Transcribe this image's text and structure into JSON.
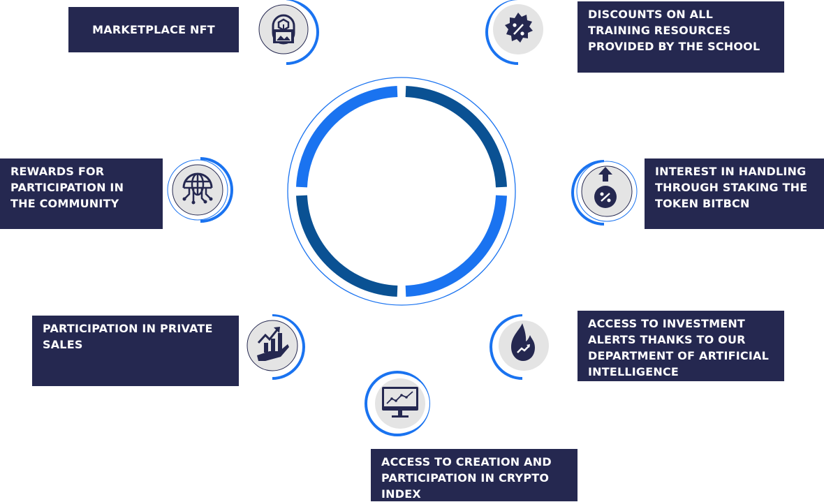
{
  "colors": {
    "box_bg": "#252850",
    "box_text": "#ffffff",
    "accent_blue": "#1a73f0",
    "dark_blue": "#0a5193",
    "icon_circle": "#e4e4e4",
    "icon_dark": "#252850"
  },
  "benefits": {
    "marketplace": {
      "label": "MARKETPLACE NFT",
      "icon": "nft-frame-icon"
    },
    "discounts": {
      "label": "DISCOUNTS ON ALL TRAINING RESOURCES PROVIDED BY THE SCHOOL",
      "icon": "discount-badge-icon"
    },
    "rewards": {
      "label": "REWARDS FOR PARTICIPATION IN THE COMMUNITY",
      "icon": "globe-network-icon"
    },
    "interest": {
      "label": "INTEREST IN HANDLING THROUGH STAKING THE TOKEN BITBCN",
      "icon": "interest-growth-icon"
    },
    "private_sales": {
      "label": "PARTICIPATION IN PRIVATE SALES",
      "icon": "growth-hand-icon"
    },
    "alerts": {
      "label": "ACCESS TO INVESTMENT ALERTS THANKS TO OUR DEPARTMENT OF ARTIFICIAL INTELLIGENCE",
      "icon": "flame-trend-icon"
    },
    "crypto_index": {
      "label": "ACCESS TO CREATION AND PARTICIPATION IN CRYPTO INDEX",
      "icon": "chart-monitor-icon"
    }
  }
}
